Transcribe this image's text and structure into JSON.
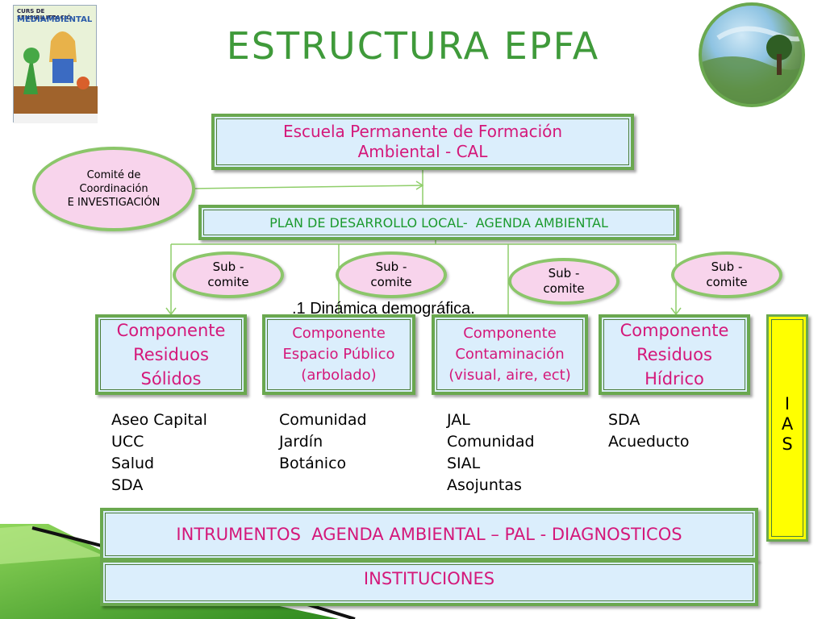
{
  "title": "ESTRUCTURA EPFA",
  "poster": {
    "line1": "CURS DE SENSIBILITZACIÓ",
    "line2": "MEDIAMBIENTAL"
  },
  "top_box": "Escuela Permanente de Formación Ambiental - CAL",
  "committee": {
    "line1": "Comité de",
    "line2": "Coordinación",
    "line3": "E INVESTIGACIÓN"
  },
  "plan_box": "PLAN DE DESARROLLO LOCAL-  AGENDA AMBIENTAL",
  "subcomites": [
    {
      "line1": "Sub -",
      "line2": "comite"
    },
    {
      "line1": "Sub -",
      "line2": "comite"
    },
    {
      "line1": "Sub -",
      "line2": "comite"
    },
    {
      "line1": "Sub -",
      "line2": "comite"
    }
  ],
  "overlay_text": ".1 Dinámica demográfica.",
  "components": [
    {
      "text": "Componente Residuos Sólidos"
    },
    {
      "text": "Componente Espacio Público (arbolado)"
    },
    {
      "text": "Componente Contaminación (visual, aire, ect)"
    },
    {
      "text": "Componente Residuos Hídrico"
    }
  ],
  "entities": [
    [
      "Aseo Capital",
      "UCC",
      "Salud",
      "SDA"
    ],
    [
      "Comunidad",
      "Jardín",
      "Botánico"
    ],
    [
      "JAL",
      "Comunidad",
      "SIAL",
      "Asojuntas"
    ],
    [
      "SDA",
      "Acueducto"
    ]
  ],
  "ias": [
    "I",
    "A",
    "S"
  ],
  "instruments_box": "INTRUMENTOS  AGENDA AMBIENTAL – PAL - DIAGNOSTICOS",
  "institutions_box": "INSTITUCIONES",
  "colors": {
    "title": "#3f9a3a",
    "border": "#6aa84f",
    "box_fill": "#dbeefc",
    "pink_text": "#d4187a",
    "green_text": "#1c9a2e",
    "ellipse_fill": "#f8d4ec",
    "ias_fill": "#ffff00"
  }
}
